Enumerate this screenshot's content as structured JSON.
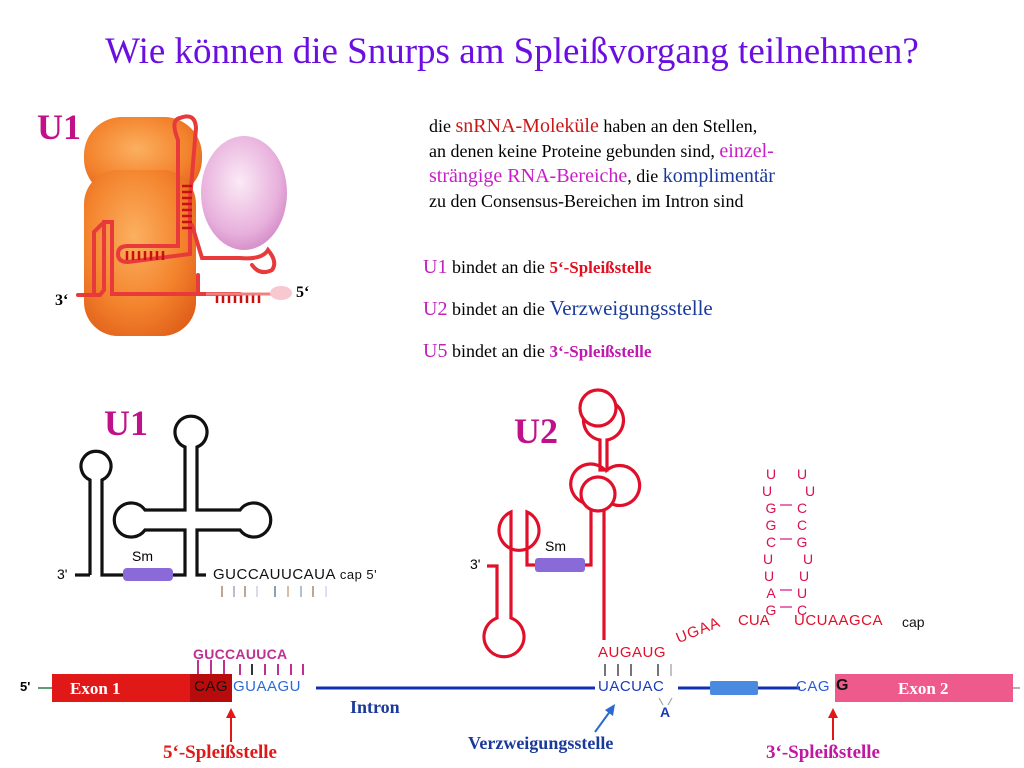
{
  "title": "Wie können die Snurps am Spleißvorgang teilnehmen?",
  "description": {
    "part1": "die ",
    "snrna": "snRNA-Moleküle",
    "part2": " haben an den Stellen,",
    "part3": "an denen keine Proteine gebunden sind, ",
    "einzel1": "einzel-",
    "einzel2": "strängige RNA-Bereiche",
    "part4": ", die ",
    "kompl": "komplimentär",
    "part5": "zu den Consensus-Bereichen im Intron sind"
  },
  "bindings": [
    {
      "snurp": "U1",
      "text": " bindet an die ",
      "site": "5‘-Spleißstelle"
    },
    {
      "snurp": "U2",
      "text": " bindet an die ",
      "site": "Verzweigungsstelle"
    },
    {
      "snurp": "U5",
      "text": " bindet an die ",
      "site": "3‘-Spleißstelle"
    }
  ],
  "u1_particle": {
    "label": "U1",
    "end3": "3‘",
    "end5": "5‘"
  },
  "u1_structure": {
    "label": "U1",
    "end3": "3'",
    "sm": "Sm",
    "sequence": "GUCCAUUCAUA",
    "cap": "cap 5'"
  },
  "u2_structure": {
    "label": "U2",
    "end3": "3'",
    "sm": "Sm",
    "pairing": "AUGAUG",
    "tail": "UGAACUA",
    "tail_end": "UCUAAGCA",
    "cap": "cap",
    "stem_left": [
      "U",
      "U",
      "G",
      "G",
      "C",
      "U",
      "U",
      "A",
      "G"
    ],
    "stem_right": [
      "U",
      "U",
      "C",
      "C",
      "G",
      "U",
      "U",
      "U",
      "C"
    ]
  },
  "pre_mrna": {
    "end5": "5'",
    "exon1": "Exon 1",
    "exon1_end": "CAG",
    "intron_start": "GUAAGU",
    "u1_pairing": "GUCCAUUCA",
    "intron": "Intron",
    "branch_seq": "UACUAC",
    "branch_a": "A",
    "acceptor": "CAG",
    "exon2_start": "G",
    "exon2": "Exon 2"
  },
  "site_labels": {
    "five_prime": "5‘-Spleißstelle",
    "branch": "Verzweigungsstelle",
    "three_prime": "3‘-Spleißstelle"
  },
  "colors": {
    "title": "#6a0fe0",
    "snurp_label": "#c0108a",
    "u2_rna": "#e0102a",
    "exon1": "#e01818",
    "exon2": "#ee5a8c",
    "intron": "#1030b0",
    "sm": "#8a6ad8",
    "branch_box": "#4a8ae0",
    "particle_orange": "#f07a2a",
    "particle_pink": "#e8a8d8"
  }
}
